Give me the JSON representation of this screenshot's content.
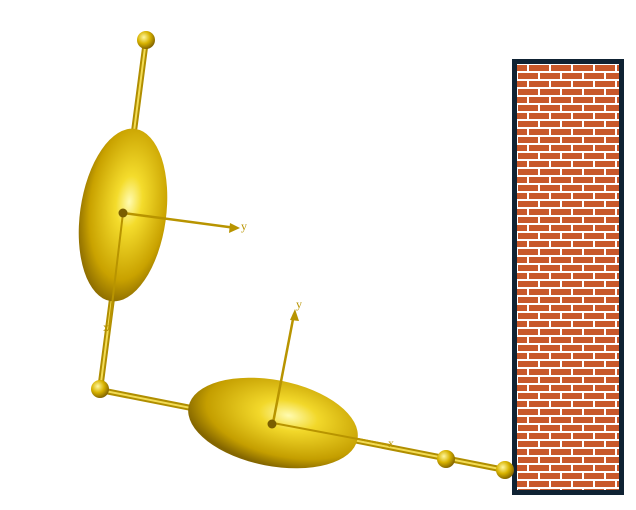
{
  "scene": {
    "axis_labels": {
      "upper_y": "y",
      "lower_y": "y",
      "lower_x": "x",
      "upper_x": "x"
    },
    "colors": {
      "gold": "#d4b000",
      "gold_light": "#fff06a",
      "gold_dark": "#7a5e00",
      "brick": "#c8582a",
      "mortar": "#ffffff",
      "wall_border": "#0f2233",
      "background": "#ffffff"
    },
    "objects": [
      "robot-arm",
      "upper-link-ellipsoid",
      "lower-link-ellipsoid",
      "brick-wall"
    ]
  }
}
